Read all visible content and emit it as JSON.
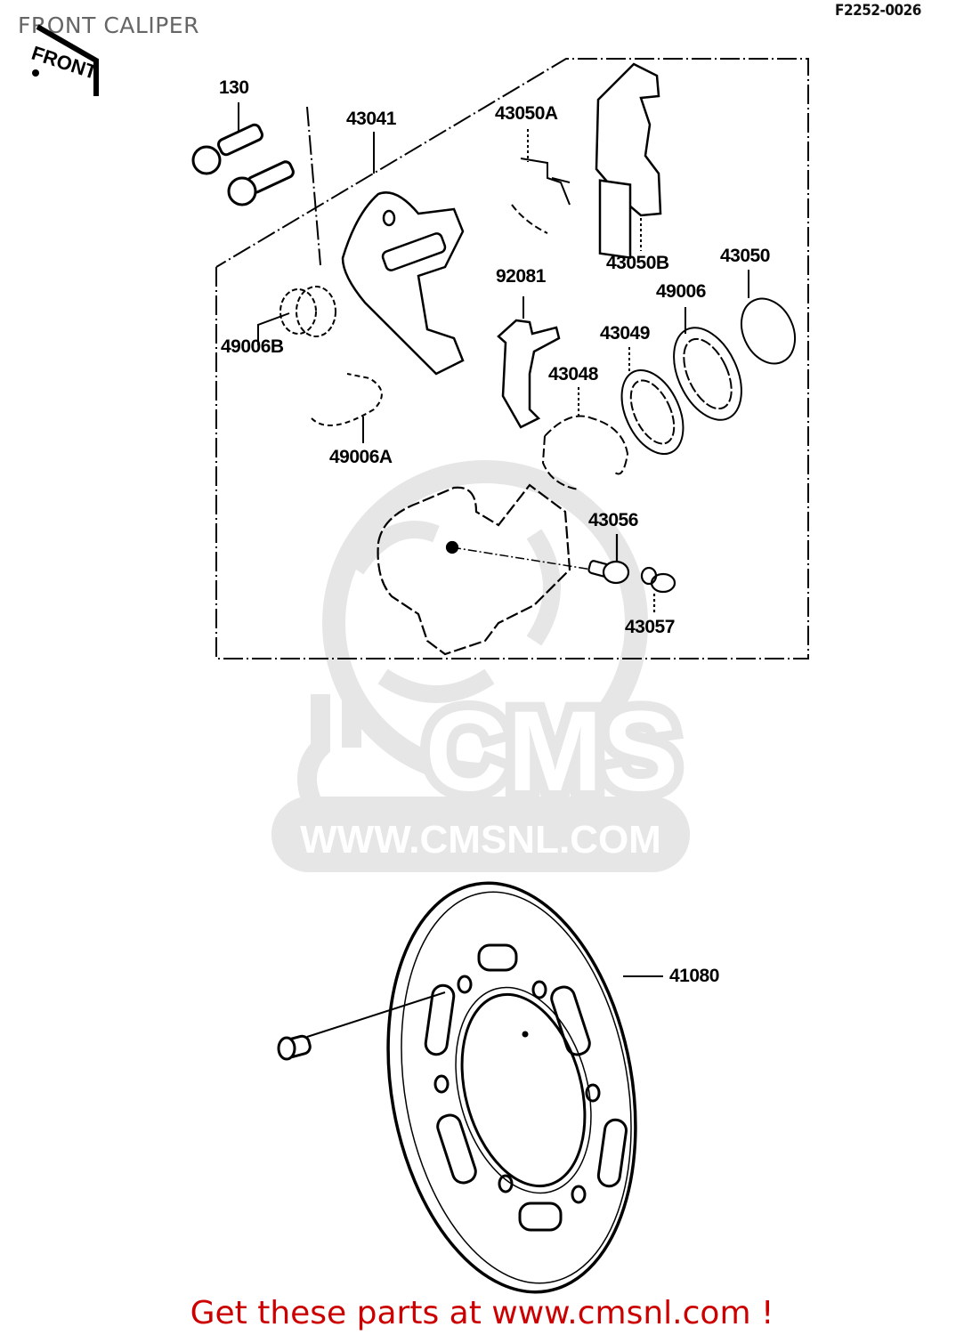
{
  "header": {
    "title": "FRONT CALIPER",
    "diagram_code": "F2252-0026",
    "front_indicator": "FRONT"
  },
  "watermark": {
    "logo_text": "CMS",
    "url_text": "WWW.CMSNL.COM",
    "color": "#e6e6e6"
  },
  "parts": [
    {
      "id": "130",
      "label": "130"
    },
    {
      "id": "43041",
      "label": "43041"
    },
    {
      "id": "43050A",
      "label": "43050A"
    },
    {
      "id": "43050B",
      "label": "43050B"
    },
    {
      "id": "43050",
      "label": "43050"
    },
    {
      "id": "92081",
      "label": "92081"
    },
    {
      "id": "49006",
      "label": "49006"
    },
    {
      "id": "49006B",
      "label": "49006B"
    },
    {
      "id": "43049",
      "label": "43049"
    },
    {
      "id": "43048",
      "label": "43048"
    },
    {
      "id": "49006A",
      "label": "49006A"
    },
    {
      "id": "43056",
      "label": "43056"
    },
    {
      "id": "43057",
      "label": "43057"
    },
    {
      "id": "41080",
      "label": "41080"
    }
  ],
  "footer": {
    "text": "Get these parts at www.cmsnl.com !",
    "color": "#cc0000"
  }
}
